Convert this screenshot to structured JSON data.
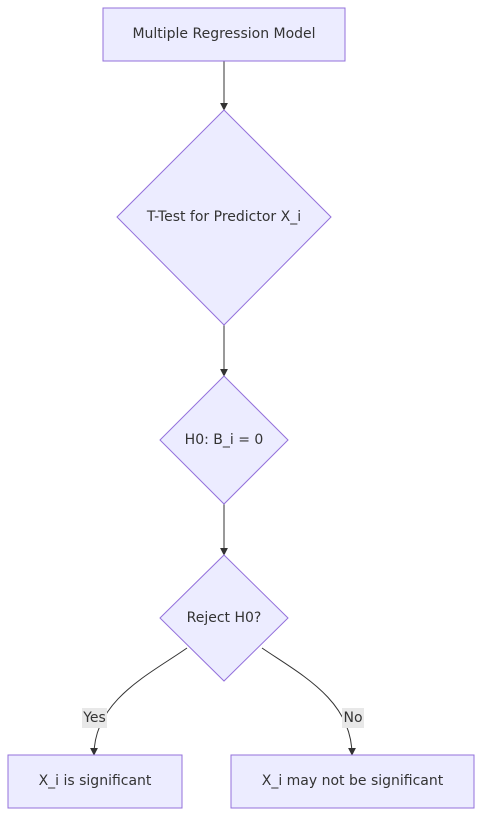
{
  "colors": {
    "node_fill": "#ececff",
    "node_stroke": "#9370db",
    "edge": "#333333",
    "text": "#333333",
    "edge_label_bg": "#e8e8e8"
  },
  "nodes": {
    "model": {
      "label": "Multiple Regression Model",
      "shape": "rectangle"
    },
    "ttest": {
      "label": "T-Test for Predictor X_i",
      "shape": "diamond"
    },
    "hypothesis": {
      "label": "H0: B_i = 0",
      "shape": "diamond"
    },
    "decision": {
      "label": "Reject H0?",
      "shape": "diamond"
    },
    "significant": {
      "label": "X_i is significant",
      "shape": "rectangle"
    },
    "not_significant": {
      "label": "X_i may not be significant",
      "shape": "rectangle"
    }
  },
  "edges": {
    "model_to_ttest": {
      "from": "model",
      "to": "ttest",
      "label": ""
    },
    "ttest_to_hypothesis": {
      "from": "ttest",
      "to": "hypothesis",
      "label": ""
    },
    "hypothesis_to_decision": {
      "from": "hypothesis",
      "to": "decision",
      "label": ""
    },
    "decision_yes": {
      "from": "decision",
      "to": "significant",
      "label": "Yes"
    },
    "decision_no": {
      "from": "decision",
      "to": "not_significant",
      "label": "No"
    }
  }
}
